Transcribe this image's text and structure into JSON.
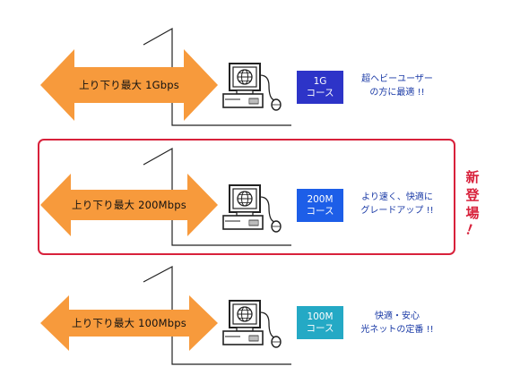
{
  "badge": {
    "chars": [
      "新",
      "登",
      "場",
      "！"
    ]
  },
  "rows": [
    {
      "arrow_label": "上り下り最大 1Gbps",
      "course_line1": "1G",
      "course_line2": "コース",
      "course_color": "#2d34c8",
      "desc_line1": "超ヘビーユーザー",
      "desc_line2": "の方に最適 !!"
    },
    {
      "arrow_label": "上り下り最大 200Mbps",
      "course_line1": "200M",
      "course_line2": "コース",
      "course_color": "#1d5ee8",
      "desc_line1": "より速く、快適に",
      "desc_line2": "グレードアップ !!"
    },
    {
      "arrow_label": "上り下り最大 100Mbps",
      "course_line1": "100M",
      "course_line2": "コース",
      "course_color": "#24a9c5",
      "desc_line1": "快適・安心",
      "desc_line2": "光ネットの定番 !!"
    }
  ],
  "colors": {
    "arrow_fill": "#f79a3c",
    "highlight_border": "#d8213b",
    "desc_text": "#1a3aa6"
  }
}
